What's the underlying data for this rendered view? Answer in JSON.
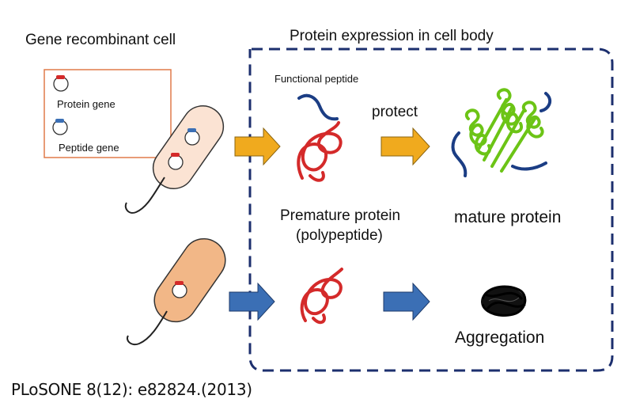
{
  "labels": {
    "left_title": "Gene recombinant cell",
    "right_title": "Protein expression in cell body",
    "protein_gene": "Protein gene",
    "peptide_gene": "Peptide gene",
    "functional_peptide": "Functional peptide",
    "protect": "protect",
    "premature_line1": "Premature protein",
    "premature_line2": "(polypeptide)",
    "mature_protein": "mature protein",
    "aggregation": "Aggregation",
    "citation": "PLoSONE 8(12): e82824.(2013)"
  },
  "colors": {
    "dashed_border": "#1c2f6e",
    "legend_border": "#e07b4a",
    "cell_top_fill": "#fbe3d3",
    "cell_bottom_fill": "#f2b787",
    "arrow_orange": "#f0aa1e",
    "arrow_blue": "#3b6fb5",
    "protein_red": "#d42a2a",
    "peptide_navy": "#1b3d84",
    "mature_green": "#6cc416",
    "aggregate_black": "#111111",
    "plasmid_red": "#d42a2a",
    "plasmid_blue": "#3b6fb5"
  },
  "icons": [
    "plasmid-red-icon",
    "plasmid-blue-icon",
    "bacterium-icon",
    "arrow-right-icon",
    "protein-coil-icon",
    "peptide-icon",
    "mature-protein-icon",
    "aggregate-icon"
  ]
}
